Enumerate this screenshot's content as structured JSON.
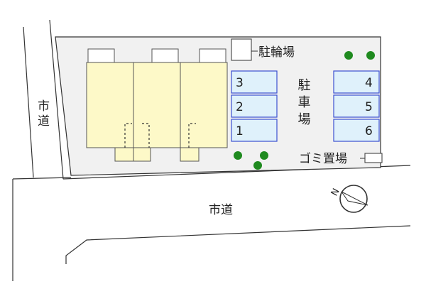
{
  "labels": {
    "road_west": "市道",
    "road_south": "市道",
    "bicycle_parking": "駐輪場",
    "parking": "駐車場",
    "garbage": "ゴミ置場"
  },
  "parking_slots_left": [
    "3",
    "2",
    "1"
  ],
  "parking_slots_right": [
    "4",
    "5",
    "6"
  ],
  "compass": {
    "direction_label": "N",
    "icon": "compass-north-arrow-icon"
  },
  "colors": {
    "lot": "#f1f1f1",
    "building": "#fdf9c8",
    "parking_slot": "#dff1fb",
    "parking_border": "#3b4fd0",
    "tree": "#1f8a1f"
  }
}
